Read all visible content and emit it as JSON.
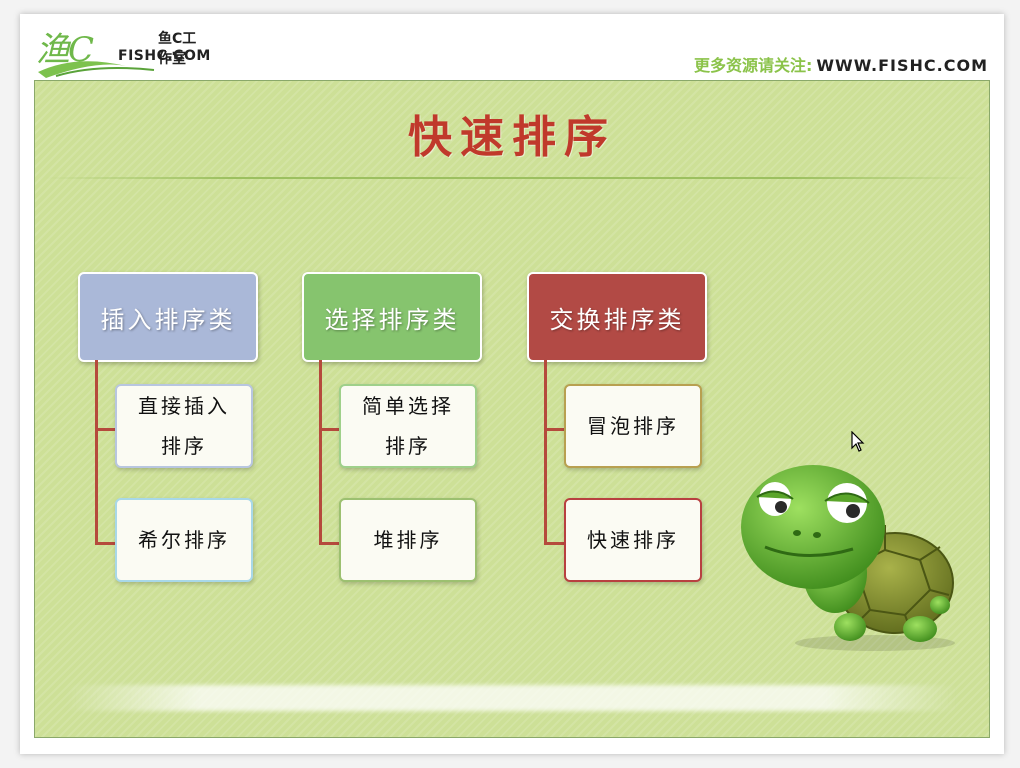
{
  "header": {
    "logo_script": "渔C",
    "logo_cn": "鱼C工作室",
    "logo_en": "FISHC.COM",
    "promo_cn": "更多资源请关注:",
    "promo_url": "WWW.FISHC.COM"
  },
  "slide": {
    "title": "快速排序"
  },
  "diagram": {
    "groups": [
      {
        "label": "插入排序类",
        "color": "#aab8d8",
        "children": [
          {
            "label": "直接插入排序",
            "border": "#b8c6e0"
          },
          {
            "label": "希尔排序",
            "border": "#a8d8e8"
          }
        ]
      },
      {
        "label": "选择排序类",
        "color": "#86c46e",
        "children": [
          {
            "label": "简单选择排序",
            "border": "#9fd08a"
          },
          {
            "label": "堆排序",
            "border": "#9cc070"
          }
        ]
      },
      {
        "label": "交换排序类",
        "color": "#b24a45",
        "children": [
          {
            "label": "冒泡排序",
            "border": "#b8a050"
          },
          {
            "label": "快速排序",
            "border": "#b84040"
          }
        ]
      }
    ]
  },
  "decor": {
    "turtle": "turtle-mascot",
    "cursor": "mouse-pointer-icon"
  }
}
